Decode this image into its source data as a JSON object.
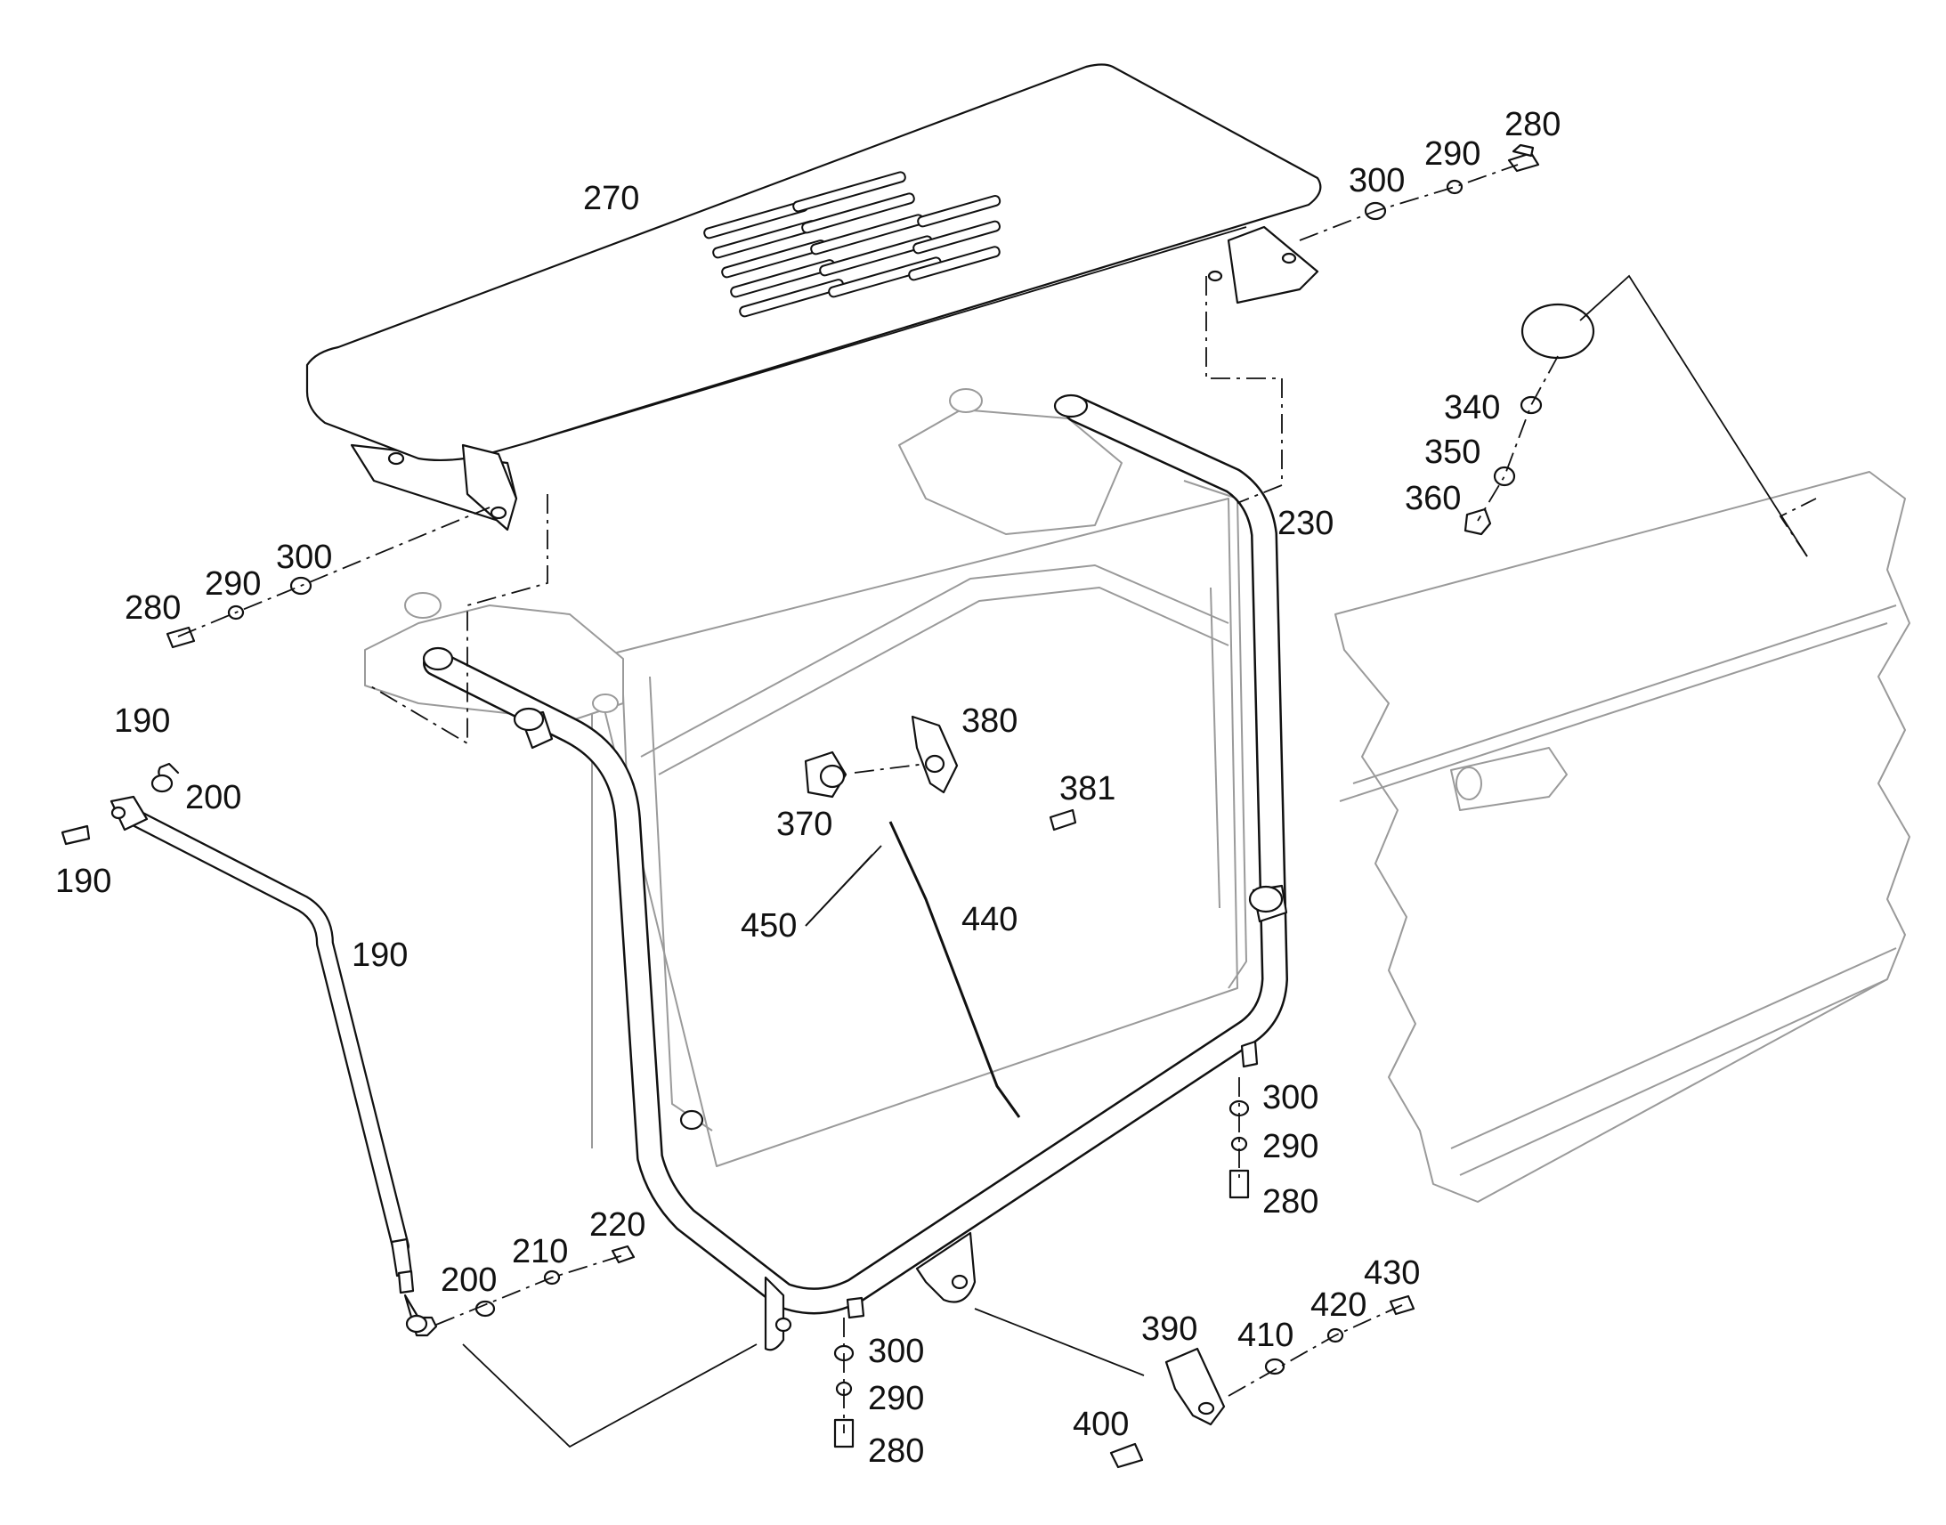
{
  "callouts": [
    {
      "id": "c270",
      "text": "270"
    },
    {
      "id": "c300a",
      "text": "300"
    },
    {
      "id": "c290a",
      "text": "290"
    },
    {
      "id": "c280a",
      "text": "280"
    },
    {
      "id": "c340",
      "text": "340"
    },
    {
      "id": "c350",
      "text": "350"
    },
    {
      "id": "c360",
      "text": "360"
    },
    {
      "id": "c230",
      "text": "230"
    },
    {
      "id": "c280b",
      "text": "280"
    },
    {
      "id": "c290b",
      "text": "290"
    },
    {
      "id": "c300b",
      "text": "300"
    },
    {
      "id": "c190a",
      "text": "190"
    },
    {
      "id": "c200a",
      "text": "200"
    },
    {
      "id": "c190b",
      "text": "190"
    },
    {
      "id": "c190c",
      "text": "190"
    },
    {
      "id": "c380",
      "text": "380"
    },
    {
      "id": "c370",
      "text": "370"
    },
    {
      "id": "c381",
      "text": "381"
    },
    {
      "id": "c450",
      "text": "450"
    },
    {
      "id": "c440",
      "text": "440"
    },
    {
      "id": "c300c",
      "text": "300"
    },
    {
      "id": "c290c",
      "text": "290"
    },
    {
      "id": "c280c",
      "text": "280"
    },
    {
      "id": "c200b",
      "text": "200"
    },
    {
      "id": "c210",
      "text": "210"
    },
    {
      "id": "c220",
      "text": "220"
    },
    {
      "id": "c300d",
      "text": "300"
    },
    {
      "id": "c290d",
      "text": "290"
    },
    {
      "id": "c280d",
      "text": "280"
    },
    {
      "id": "c390",
      "text": "390"
    },
    {
      "id": "c410",
      "text": "410"
    },
    {
      "id": "c420",
      "text": "420"
    },
    {
      "id": "c430",
      "text": "430"
    },
    {
      "id": "c400",
      "text": "400"
    }
  ]
}
